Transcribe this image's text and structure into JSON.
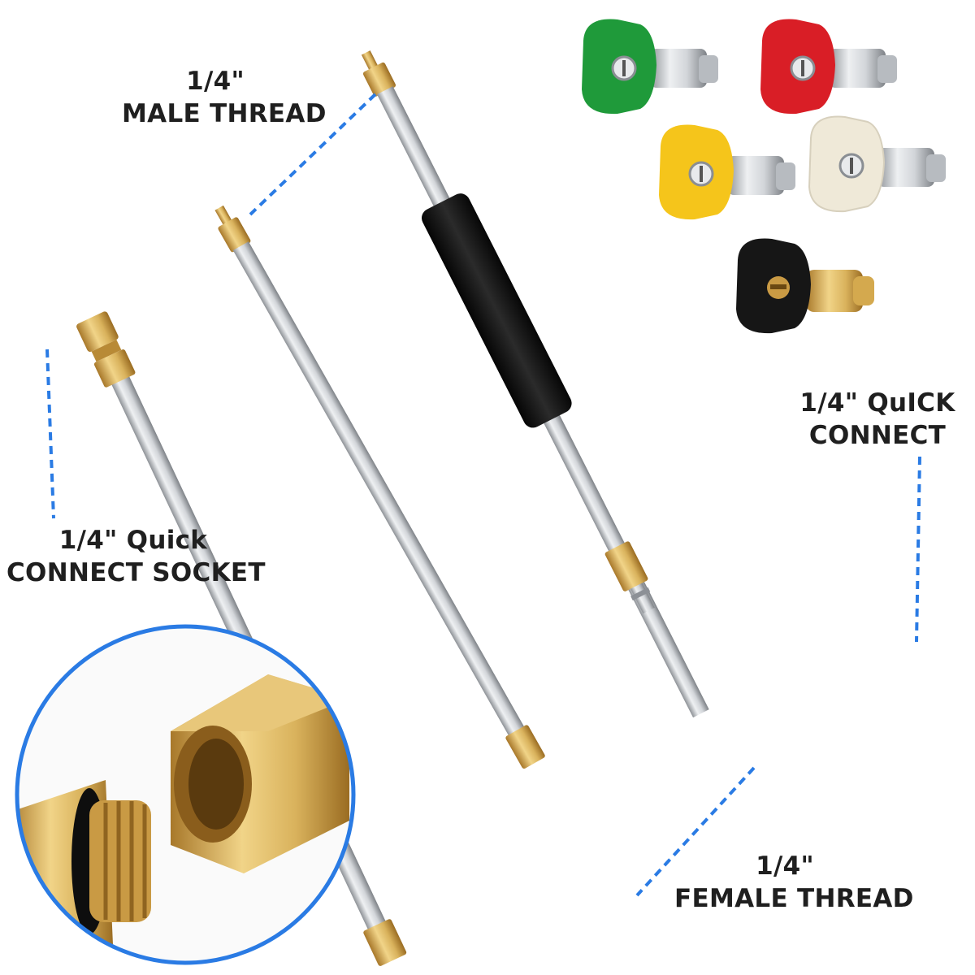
{
  "labels": {
    "male_thread": {
      "line1": "1/4\"",
      "line2": "MALE THREAD"
    },
    "quick_connect": {
      "line1": "1/4\" QuICK",
      "line2": "CONNECT"
    },
    "socket": {
      "line1": "1/4\" Quick",
      "line2": "CONNECT SOCKET"
    },
    "female_thread": {
      "line1": "1/4\"",
      "line2": "FEMALE THREAD"
    }
  },
  "nozzle_tips": [
    {
      "color_name": "green",
      "color": "#1f9a3a"
    },
    {
      "color_name": "red",
      "color": "#d91e26"
    },
    {
      "color_name": "yellow",
      "color": "#f5c51b"
    },
    {
      "color_name": "white",
      "color": "#efe9d8"
    },
    {
      "color_name": "black",
      "color": "#161616"
    }
  ],
  "colors": {
    "leader_line": "#2a7be4",
    "brass": "#d9b25c",
    "steel": "#c9ccd0",
    "grip": "#151515"
  }
}
